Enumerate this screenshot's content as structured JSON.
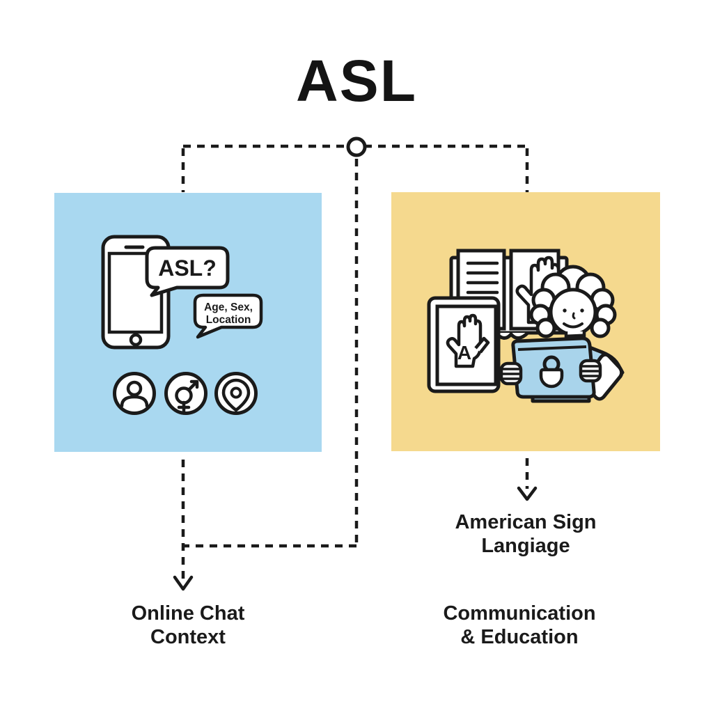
{
  "title": "ASL",
  "colors": {
    "panel_left_bg": "#A9D8F0",
    "panel_right_bg": "#F5D98E",
    "illu_blue": "#A9D4EB",
    "line_color": "#1A1A1A"
  },
  "left_branch": {
    "bubble_primary": "ASL?",
    "bubble_secondary": [
      "Age, Sex,",
      "Location"
    ],
    "caption": [
      "Online Chat",
      "Context"
    ],
    "icons": [
      "person-icon",
      "gender-symbol-icon",
      "location-pin-icon",
      "smartphone-icon",
      "speech-bubble-icon"
    ]
  },
  "right_branch": {
    "label_top": [
      "American Sign",
      "Langiage"
    ],
    "caption": [
      "Communication",
      "& Education"
    ],
    "book_cover_letter": "A",
    "icons": [
      "open-book-icon",
      "closed-book-icon",
      "person-with-tablet-icon",
      "lock-icon",
      "sign-language-hand-icon"
    ]
  }
}
